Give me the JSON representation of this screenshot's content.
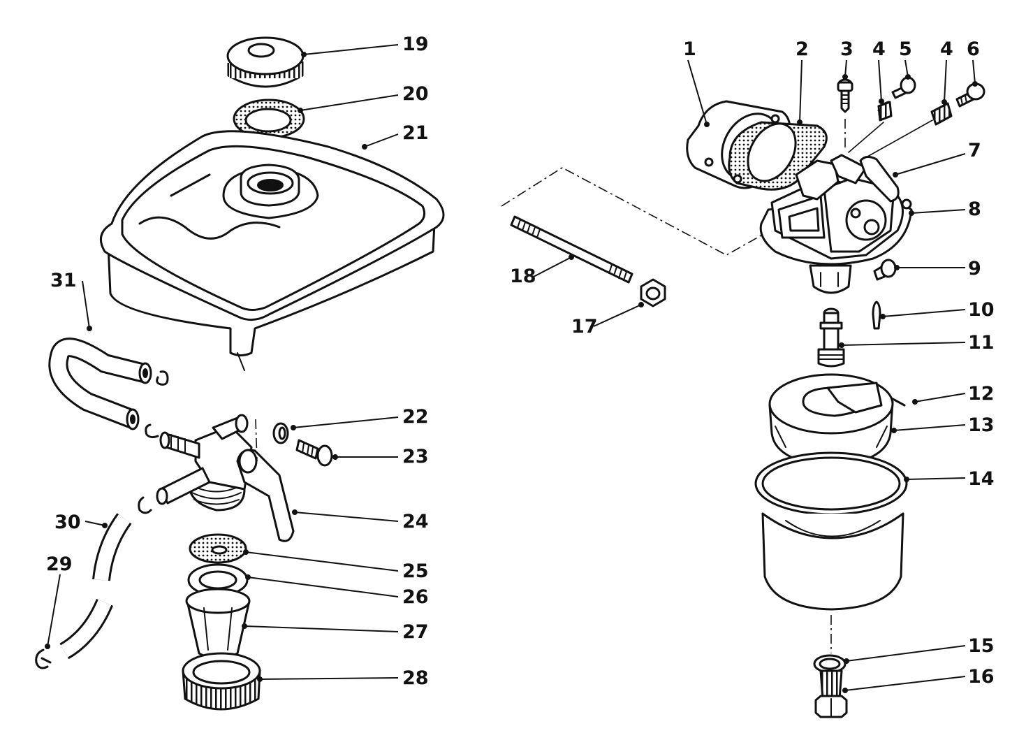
{
  "labels": {
    "l1": "1",
    "l2": "2",
    "l3": "3",
    "l4a": "4",
    "l5": "5",
    "l4b": "4",
    "l6": "6",
    "l7": "7",
    "l8": "8",
    "l9": "9",
    "l10": "10",
    "l11": "11",
    "l12": "12",
    "l13": "13",
    "l14": "14",
    "l15": "15",
    "l16": "16",
    "l17": "17",
    "l18": "18",
    "l19": "19",
    "l20": "20",
    "l21": "21",
    "l22": "22",
    "l23": "23",
    "l24": "24",
    "l25": "25",
    "l26": "26",
    "l27": "27",
    "l28": "28",
    "l29": "29",
    "l30": "30",
    "l31": "31"
  }
}
